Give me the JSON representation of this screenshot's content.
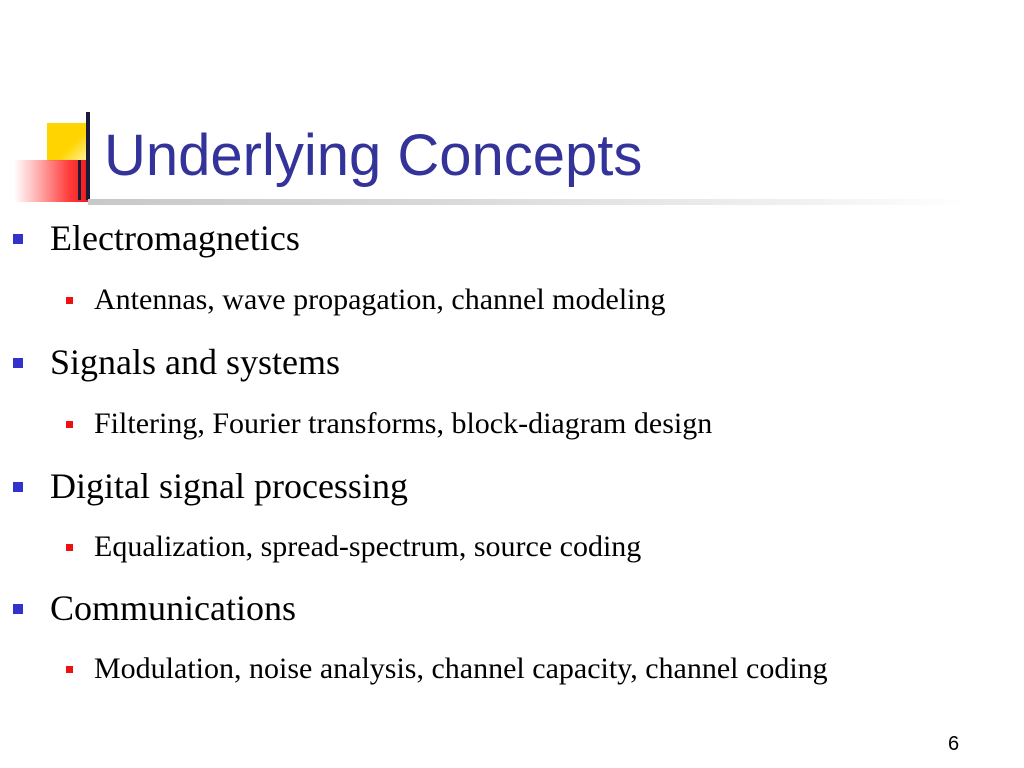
{
  "slide": {
    "title": "Underlying Concepts",
    "page_number": "6",
    "accent_colors": {
      "title": "#333399",
      "level1_bullet": "#3333cc",
      "level2_bullet": "#ee1111",
      "logo_yellow": "#ffd400",
      "logo_red": "#ee1c1c"
    },
    "bullets": [
      {
        "text": "Electromagnetics",
        "sub": [
          "Antennas, wave propagation, channel modeling"
        ]
      },
      {
        "text": "Signals and systems",
        "sub": [
          "Filtering, Fourier transforms, block-diagram design"
        ]
      },
      {
        "text": "Digital signal processing",
        "sub": [
          "Equalization, spread-spectrum, source coding"
        ]
      },
      {
        "text": "Communications",
        "sub": [
          "Modulation, noise analysis, channel capacity, channel coding"
        ]
      }
    ]
  }
}
